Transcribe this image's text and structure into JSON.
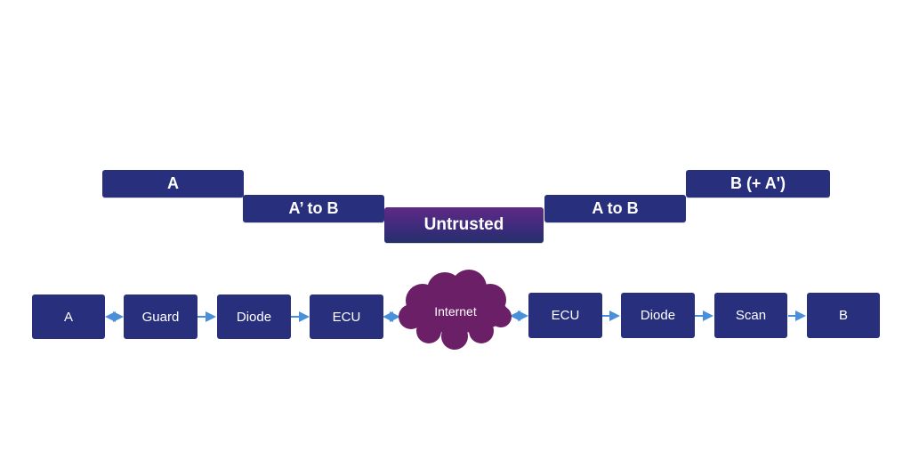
{
  "colors": {
    "box": "#28307e",
    "arrow": "#4a90d9",
    "cloud": "#6a1f66",
    "untrusted_top": "#5f2a86",
    "untrusted_bottom": "#252f6c"
  },
  "top_bars": [
    {
      "label": "A"
    },
    {
      "label": "A’ to B"
    },
    {
      "label": "Untrusted"
    },
    {
      "label": "A to B"
    },
    {
      "label": "B (+ A')"
    }
  ],
  "flow": {
    "nodes": [
      {
        "label": "A"
      },
      {
        "label": "Guard"
      },
      {
        "label": "Diode"
      },
      {
        "label": "ECU"
      },
      {
        "label": "ECU"
      },
      {
        "label": "Diode"
      },
      {
        "label": "Scan"
      },
      {
        "label": "B"
      }
    ],
    "cloud": {
      "label": "Internet",
      "icon": "cloud-icon"
    },
    "connectors": [
      {
        "from": "A",
        "to": "Guard",
        "kind": "bidirectional"
      },
      {
        "from": "Guard",
        "to": "Diode",
        "kind": "one-way"
      },
      {
        "from": "Diode",
        "to": "ECU",
        "kind": "one-way"
      },
      {
        "from": "ECU",
        "to": "Internet",
        "kind": "bidirectional"
      },
      {
        "from": "Internet",
        "to": "ECU",
        "kind": "bidirectional"
      },
      {
        "from": "ECU",
        "to": "Diode",
        "kind": "one-way"
      },
      {
        "from": "Diode",
        "to": "Scan",
        "kind": "one-way"
      },
      {
        "from": "Scan",
        "to": "B",
        "kind": "one-way"
      }
    ]
  }
}
